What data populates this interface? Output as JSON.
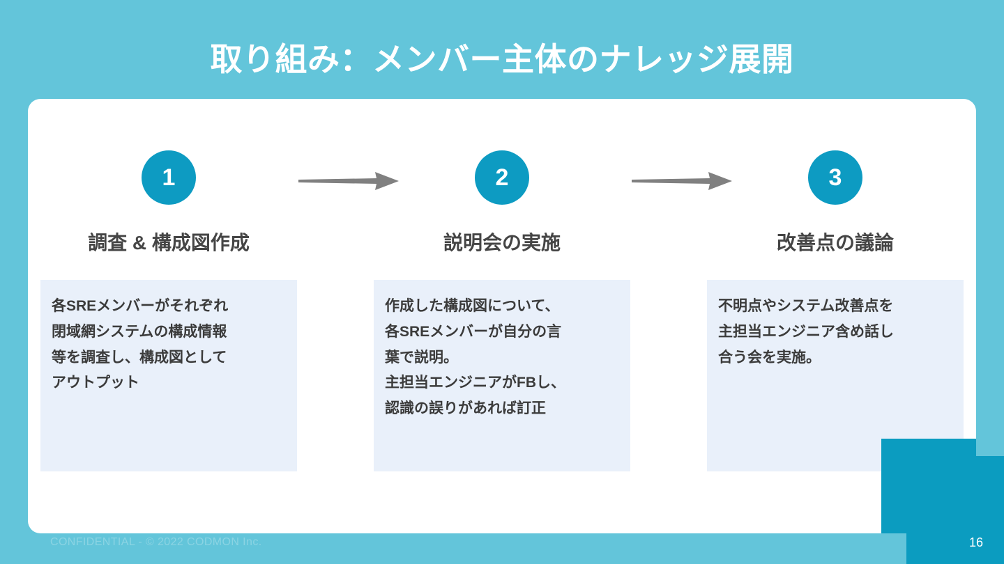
{
  "slide": {
    "title": "取り組み：メンバー主体のナレッジ展開",
    "page_number": "16",
    "footer_note": "CONFIDENTIAL - © 2022 CODMON Inc.",
    "colors": {
      "background_teal": "#63c5da",
      "accent_teal": "#0d9bc2",
      "corner_teal": "#0b9cc0",
      "card_white": "#ffffff",
      "body_box": "#e9f0fa",
      "heading_text": "#454545",
      "body_text": "#3b3b3b",
      "arrow_gray": "#808080"
    }
  },
  "steps": [
    {
      "number": "1",
      "heading": "調査 & 構成図作成",
      "body_lines": [
        "各SREメンバーがそれぞれ",
        "閉域網システムの構成情報",
        "等を調査し、構成図として",
        "アウトプット"
      ]
    },
    {
      "number": "2",
      "heading": "説明会の実施",
      "body_lines": [
        "作成した構成図について、",
        "各SREメンバーが自分の言",
        "葉で説明。",
        "主担当エンジニアがFBし、",
        "認識の誤りがあれば訂正"
      ]
    },
    {
      "number": "3",
      "heading": "改善点の議論",
      "body_lines": [
        "不明点やシステム改善点を",
        "主担当エンジニア含め話し",
        "合う会を実施。"
      ]
    }
  ],
  "arrows": [
    {
      "name": "arrow-step1-to-step2"
    },
    {
      "name": "arrow-step2-to-step3"
    }
  ]
}
